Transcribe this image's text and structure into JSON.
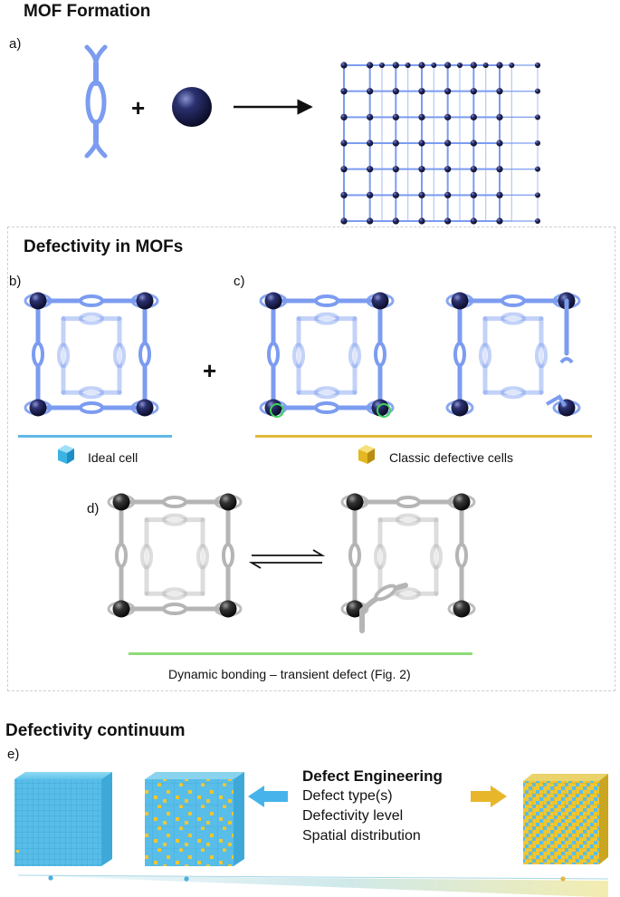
{
  "titles": {
    "mof_formation": "MOF Formation",
    "defectivity_in_mofs": "Defectivity in MOFs",
    "defectivity_continuum": "Defectivity continuum"
  },
  "panels": {
    "a": "a)",
    "b": "b)",
    "c": "c)",
    "d": "d)",
    "e": "e)"
  },
  "symbols": {
    "plus": "+"
  },
  "captions": {
    "ideal_cell": "Ideal cell",
    "classic_defective": "Classic defective cells",
    "dynamic_bonding": "Dynamic bonding – transient defect (Fig. 2)"
  },
  "defect_engineering": {
    "heading": "Defect Engineering",
    "items": [
      "Defect type(s)",
      "Defectivity level",
      "Spatial distribution"
    ]
  },
  "colors": {
    "linker_blue": "#7c9cf0",
    "node_navy": "#1a1f4a",
    "ideal_line": "#5fb8e6",
    "classic_line": "#e0b83a",
    "dynamic_line": "#8fdc7a",
    "grey_linker": "#b5b5b5",
    "cyan_cube": "#5cc4ec",
    "yellow_cube": "#f0c631"
  }
}
